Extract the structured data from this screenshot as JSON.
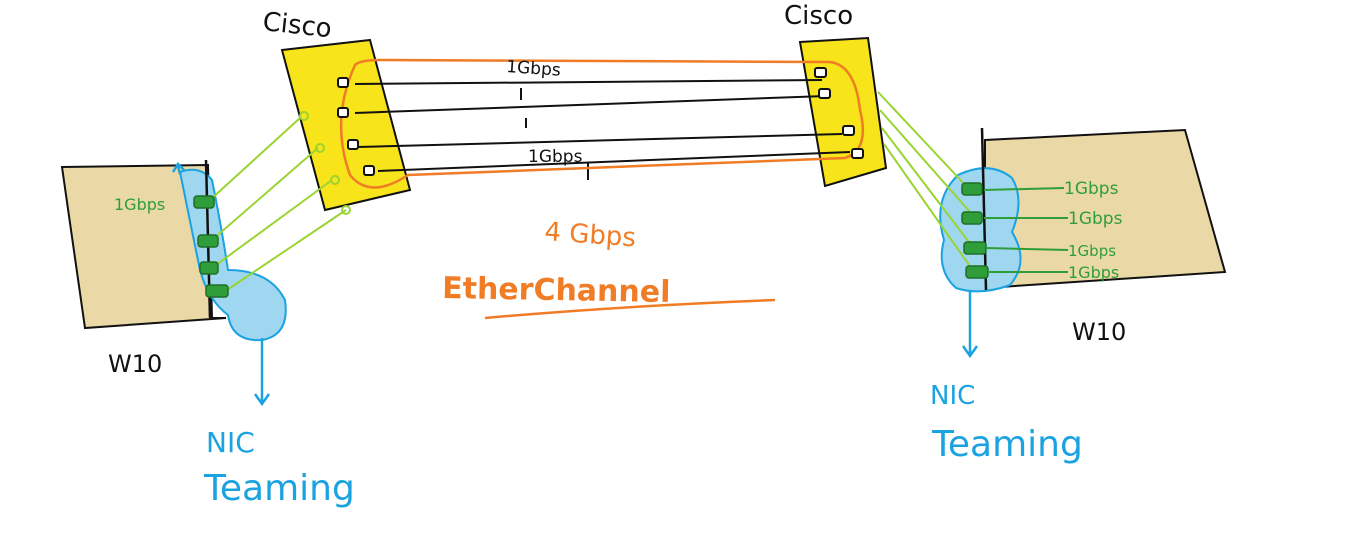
{
  "colors": {
    "switch_fill": "#f7e41a",
    "host_fill": "#ead8a6",
    "trunk_lines": "#111111",
    "etherchannel": "#f07c26",
    "left_links": "#9ad431",
    "nic_team": "#1aa3e0",
    "nic_team_fill": "#9fd6f0",
    "port_green": "#2f9e3a"
  },
  "labels": {
    "left_switch": "Cisco",
    "right_switch": "Cisco",
    "left_host": "W10",
    "right_host": "W10",
    "trunk_top_speed": "1Gbps",
    "trunk_bottom_speed": "1Gbps",
    "aggregate_speed": "4 Gbps",
    "etherchannel": "EtherChannel",
    "left_nic_speed": "1Gbps",
    "right_nic_speeds": [
      "1Gbps",
      "1Gbps",
      "1Gbps",
      "1Gbps"
    ],
    "left_team_line1": "NIC",
    "left_team_line2": "Teaming",
    "right_team_line1": "NIC",
    "right_team_line2": "Teaming"
  }
}
